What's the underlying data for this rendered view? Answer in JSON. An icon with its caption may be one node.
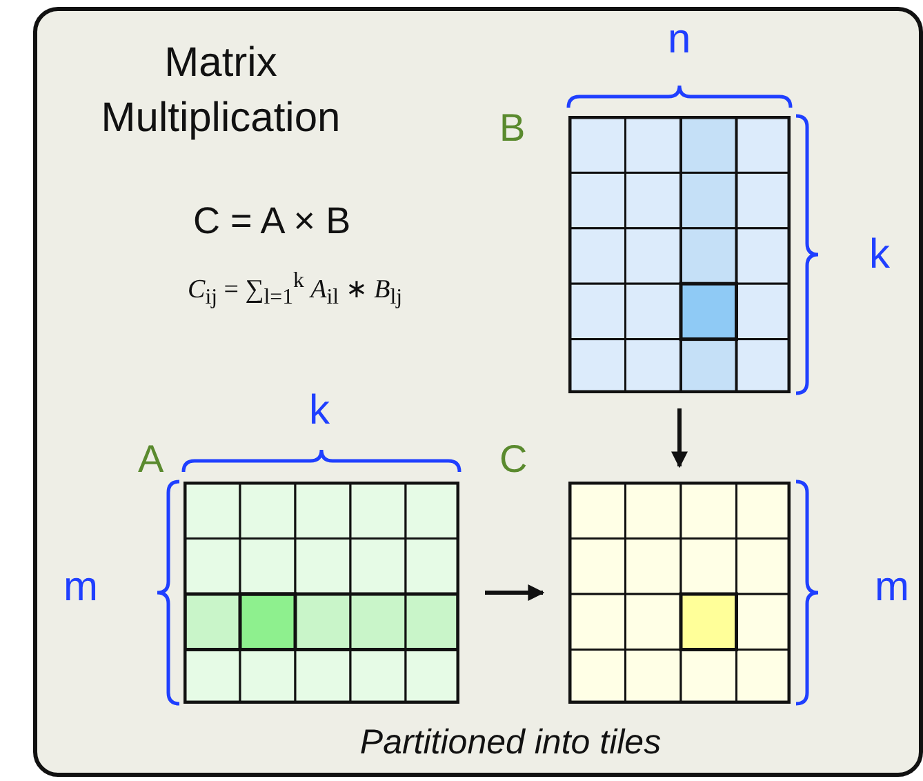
{
  "diagram": {
    "title": "Matrix Multiplication",
    "caption": "Partitioned into tiles",
    "nodes": [
      {
        "text": [
          "B"
        ]
      },
      {
        "text": [
          "A"
        ]
      },
      {
        "text": [
          "C"
        ]
      }
    ],
    "edges": [
      {
        "from": 0,
        "to": 2,
        "arrow": "to"
      },
      {
        "from": 1,
        "to": 2,
        "arrow": "to"
      }
    ],
    "labels": [
      "n",
      "C = A × B",
      "k",
      "*C*$_{ij}$ = ∑$_{l=1}$$^{k}$ *A*$_{il}$ ∗ *B*$_{lj}$",
      "k",
      "m",
      "m"
    ]
  }
}
